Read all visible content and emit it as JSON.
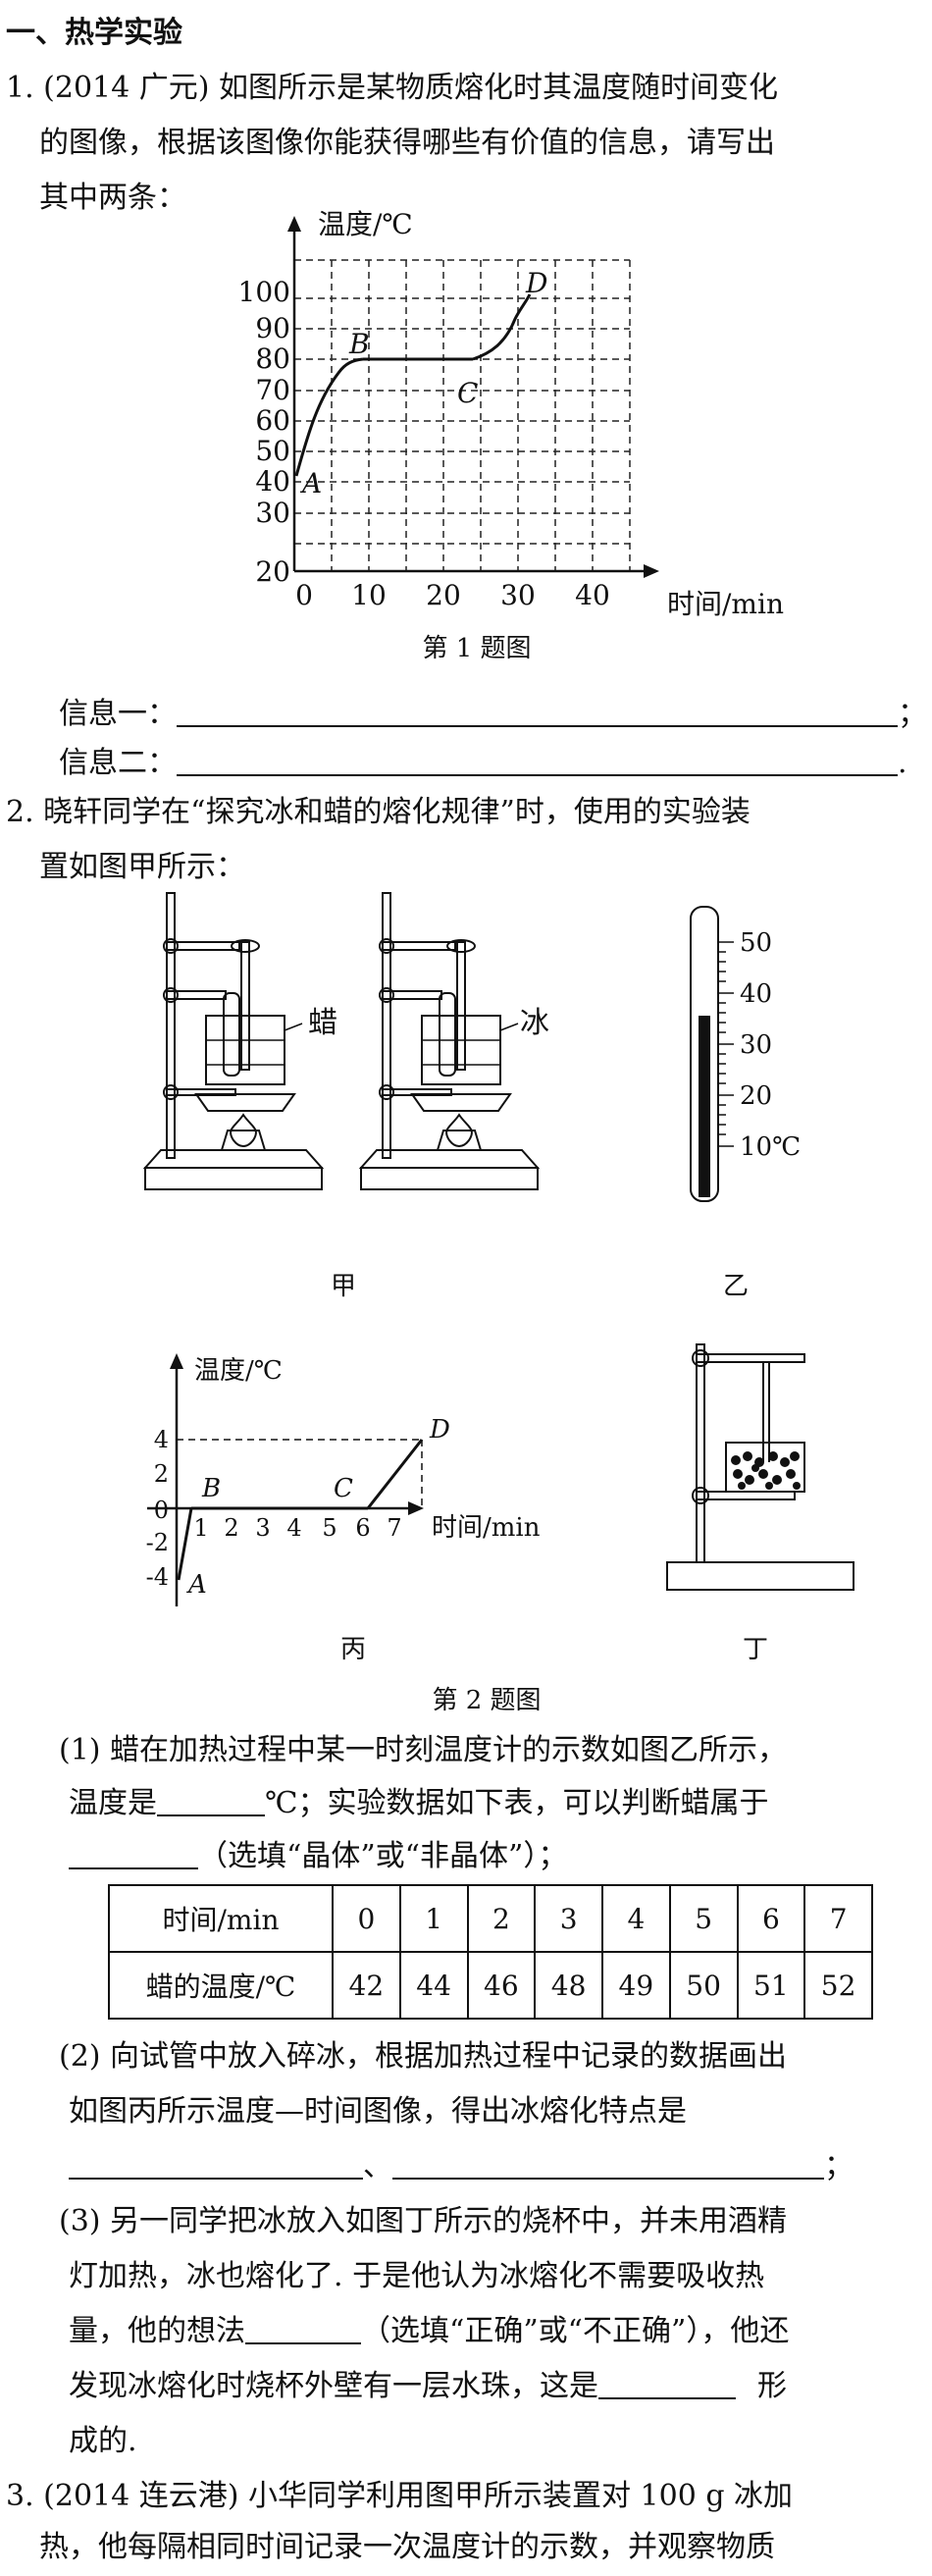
{
  "section_title": "一、热学实验",
  "q1": {
    "line1": "1. (2014 广元) 如图所示是某物质熔化时其温度随时间变化",
    "line2": "的图像，根据该图像你能获得哪些有价值的信息，请写出",
    "line3": "其中两条：",
    "caption": "第 1 题图",
    "info1": "信息一：",
    "info1_end": "；",
    "info2": "信息二：",
    "info2_end": "."
  },
  "chart1": {
    "ylabel": "温度/℃",
    "xlabel": "时间/min",
    "y_ticks": [
      "100",
      "90",
      "80",
      "70",
      "60",
      "50",
      "40",
      "30",
      "20"
    ],
    "x_ticks": [
      "0",
      "10",
      "20",
      "30",
      "40"
    ],
    "points": [
      "A",
      "B",
      "C",
      "D"
    ]
  },
  "q2": {
    "line1": "2. 晓轩同学在“探究冰和蜡的熔化规律”时，使用的实验装",
    "line2": "置如图甲所示：",
    "label_wax": "蜡",
    "label_ice": "冰",
    "label_jia": "甲",
    "label_yi": "乙",
    "label_bing": "丙",
    "label_ding": "丁",
    "thermo_ticks": [
      "50",
      "40",
      "30",
      "20",
      "10℃"
    ],
    "caption": "第 2 题图",
    "p1_l1": "(1) 蜡在加热过程中某一时刻温度计的示数如图乙所示，",
    "p1_l2a": "温度是",
    "p1_l2b": "℃；实验数据如下表，可以判断蜡属于",
    "p1_l3": "（选填“晶体”或“非晶体”）；",
    "p2_l1": "(2) 向试管中放入碎冰，根据加热过程中记录的数据画出",
    "p2_l2": "如图丙所示温度—时间图像，得出冰熔化特点是",
    "p2_sep": "、",
    "p2_end": "；",
    "p3_l1": "(3) 另一同学把冰放入如图丁所示的烧杯中，并未用酒精",
    "p3_l2": "灯加热，冰也熔化了. 于是他认为冰熔化不需要吸收热",
    "p3_l3a": "量，他的想法",
    "p3_l3b": "（选填“正确”或“不正确”），他还",
    "p3_l4a": "发现冰熔化时烧杯外壁有一层水珠，这是",
    "p3_l4b": "形",
    "p3_l5": "成的."
  },
  "chart2": {
    "ylabel": "温度/℃",
    "xlabel": "时间/min",
    "y_ticks": [
      "4",
      "2",
      "0",
      "-2",
      "-4"
    ],
    "x_ticks": [
      "1",
      "2",
      "3",
      "4",
      "5",
      "6",
      "7"
    ],
    "points": [
      "A",
      "B",
      "C",
      "D"
    ]
  },
  "table": {
    "headers": [
      "时间/min",
      "0",
      "1",
      "2",
      "3",
      "4",
      "5",
      "6",
      "7"
    ],
    "row": [
      "蜡的温度/℃",
      "42",
      "44",
      "46",
      "48",
      "49",
      "50",
      "51",
      "52"
    ]
  },
  "q3": {
    "line1": "3. (2014 连云港) 小华同学利用图甲所示装置对 100 g 冰加",
    "line2": "热，他每隔相同时间记录一次温度计的示数，并观察物质"
  }
}
